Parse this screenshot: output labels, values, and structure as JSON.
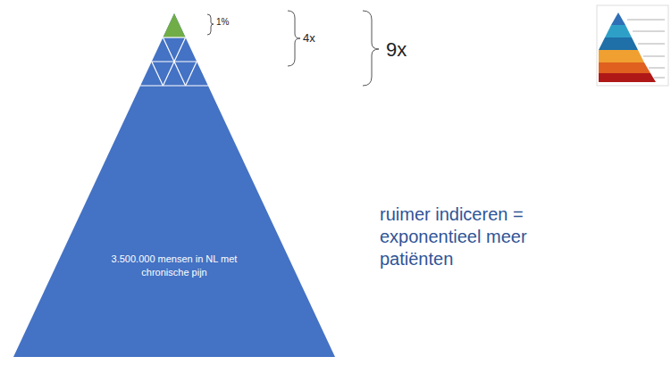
{
  "diagram": {
    "nodes": [
      {
        "text": [
          "3.500.000 mensen in NL met chronische pijn"
        ]
      }
    ],
    "labels": [
      "1%",
      "4x",
      "9x",
      "ruimer indiceren = exponentieel meer patiënten"
    ]
  }
}
